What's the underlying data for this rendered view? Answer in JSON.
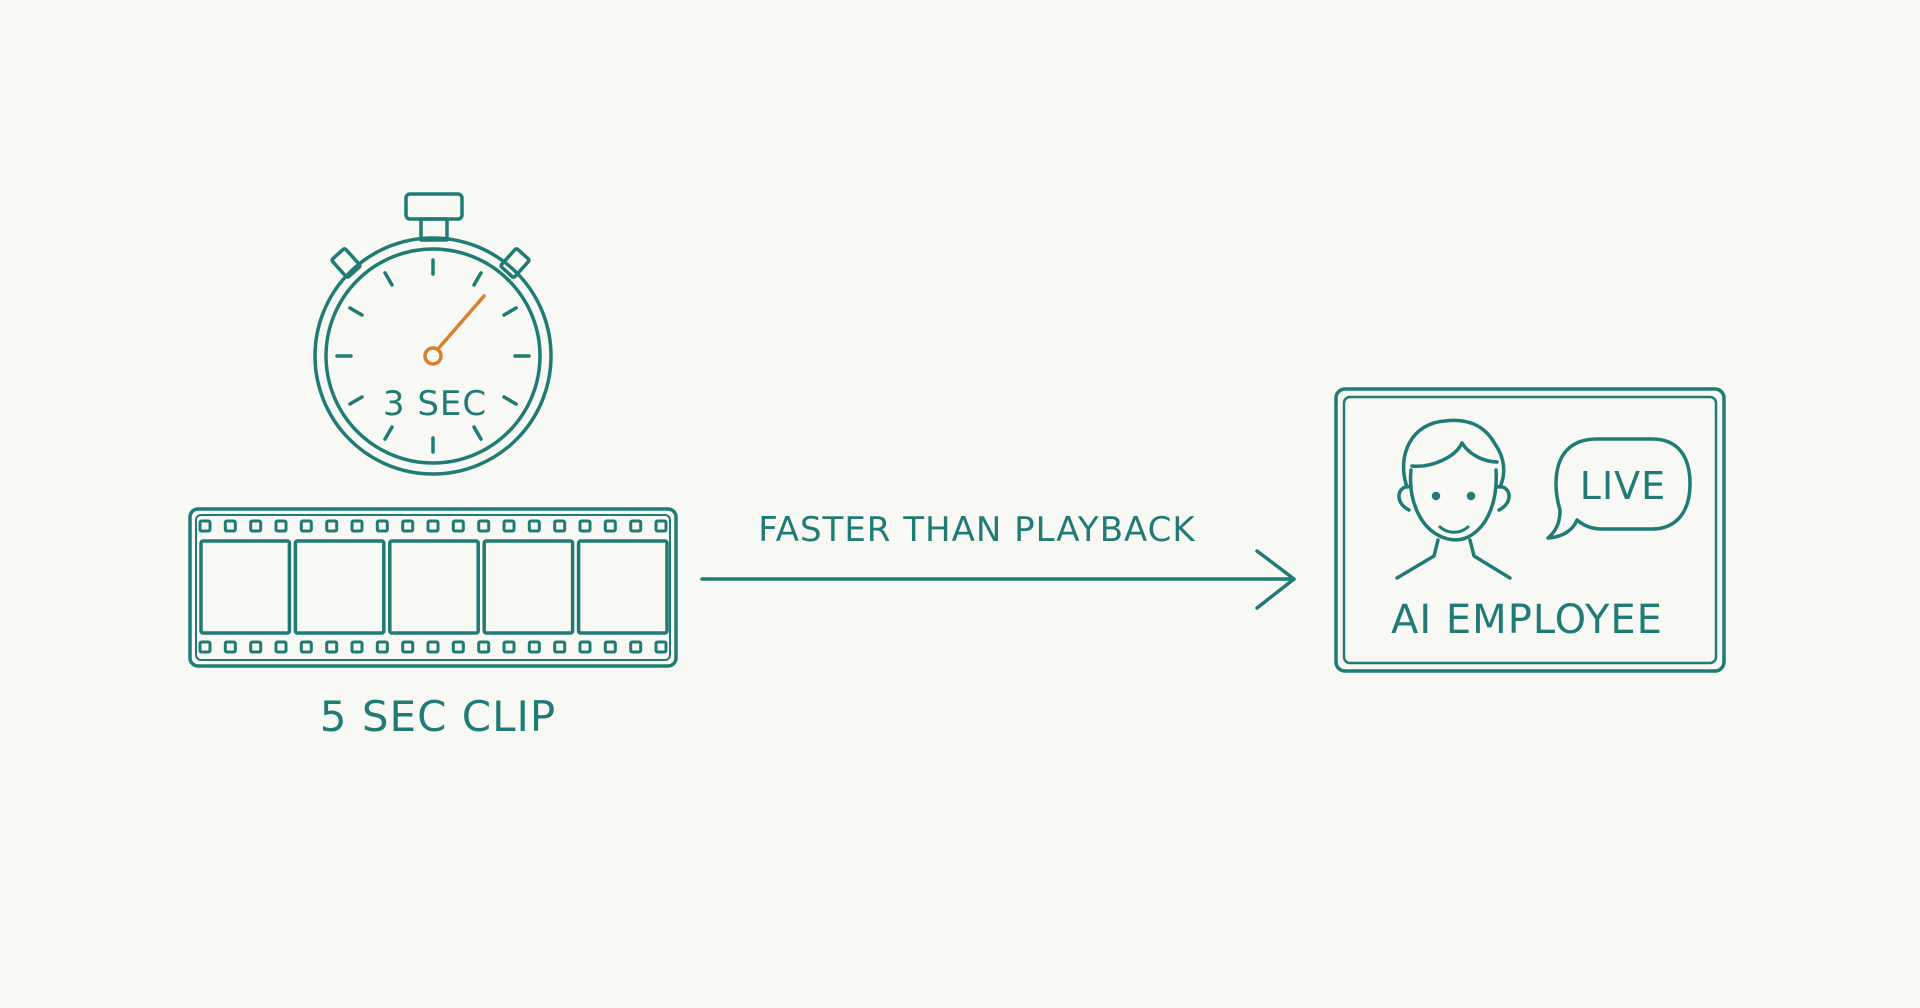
{
  "colors": {
    "background": "#f8f8f5",
    "primary": "#1f7b74",
    "accent": "#d9802f"
  },
  "stopwatch": {
    "label": "3 SEC",
    "icon": "stopwatch-icon"
  },
  "film_strip": {
    "label": "5 SEC CLIP",
    "frame_count": 5,
    "icon": "film-strip-icon"
  },
  "arrow": {
    "label": "FASTER THAN PLAYBACK",
    "icon": "arrow-right-icon"
  },
  "ai_card": {
    "label": "AI EMPLOYEE",
    "bubble_label": "LIVE",
    "icon": "person-avatar-icon"
  }
}
